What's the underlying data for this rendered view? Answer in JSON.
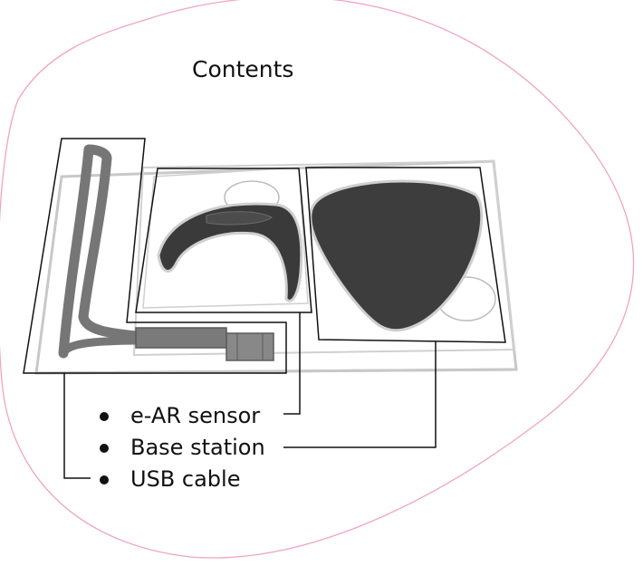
{
  "title": "Contents",
  "items": [
    {
      "label": "e-AR sensor",
      "icon": "sensor-icon"
    },
    {
      "label": "Base station",
      "icon": "base-station-icon"
    },
    {
      "label": "USB cable",
      "icon": "usb-cable-icon"
    }
  ],
  "colors": {
    "outline": "#f2a3c3",
    "tray": "#c8c8c8",
    "device": "#3d3d3d",
    "cable": "#767676",
    "leader": "#111111"
  }
}
